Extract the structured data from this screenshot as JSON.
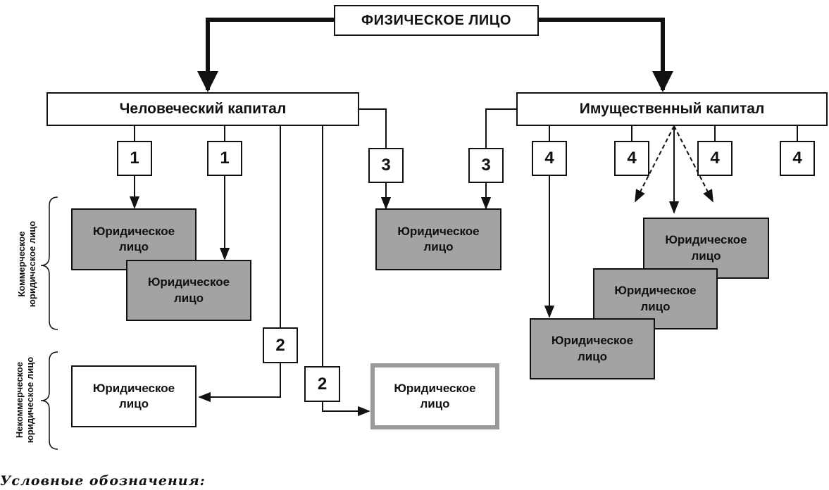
{
  "diagram": {
    "root": "ФИЗИЧЕСКОЕ ЛИЦО",
    "human_capital": "Человеческий капитал",
    "property_capital": "Имущественный капитал",
    "legal_entity": "Юридическое\nлицо",
    "numbers": {
      "one": "1",
      "two": "2",
      "three": "3",
      "four": "4"
    },
    "group_labels": {
      "commercial": "Коммерческое\nюридическое лицо",
      "noncommercial": "Некоммерческое\nюридическое лицо"
    }
  },
  "legend": {
    "title": "Условные обозначения:"
  }
}
